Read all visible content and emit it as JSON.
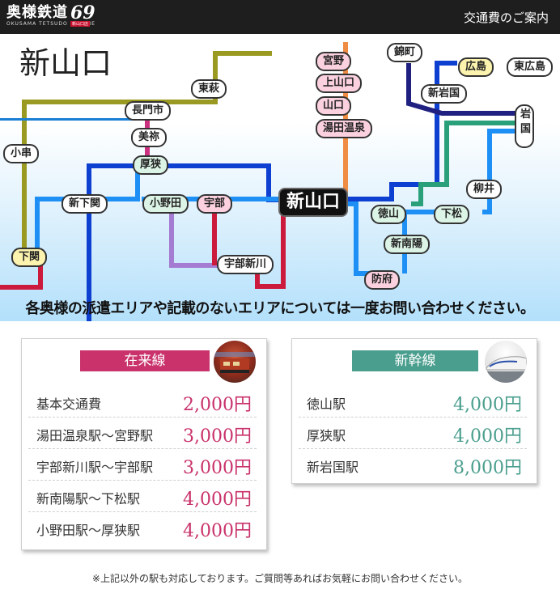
{
  "header": {
    "logo_main": "奥様鉄道",
    "logo_number": "69",
    "logo_sub": "OKUSAMA TETSUDO SIXNINE",
    "logo_tag": "新山口店",
    "title": "交通費のご案内"
  },
  "map": {
    "title": "新山口",
    "hub_station": "新山口",
    "stations": {
      "toujiki": "東萩",
      "nagatoshi": "長門市",
      "mine": "美祢",
      "koguchi": "小串",
      "asa": "厚狭",
      "shimonoseki_shin": "新下関",
      "onoda": "小野田",
      "ube": "宇部",
      "ubeshinkawa": "宇部新川",
      "shimonoseki": "下関",
      "miyano": "宮野",
      "kamiyamaguchi": "上山口",
      "yamaguchi": "山口",
      "yuda": "湯田温泉",
      "nishikicho": "錦町",
      "shiniwakuni": "新岩国",
      "hiroshima": "広島",
      "higashihiroshima": "東広島",
      "iwakuni": "岩国",
      "yanai": "柳井",
      "tokuyama": "徳山",
      "kudamatsu": "下松",
      "shinnanyo": "新南陽",
      "hofu": "防府"
    },
    "notice": "各奥様の派遣エリアや記載のないエリアについては一度お問い合わせください。"
  },
  "local_fares": {
    "heading": "在来線",
    "photo_icon": "local-train-icon",
    "rows": [
      {
        "name": "基本交通費",
        "price": "2,000円"
      },
      {
        "name": "湯田温泉駅～宮野駅",
        "price": "3,000円"
      },
      {
        "name": "宇部新川駅～宇部駅",
        "price": "3,000円"
      },
      {
        "name": "新南陽駅～下松駅",
        "price": "4,000円"
      },
      {
        "name": "小野田駅～厚狭駅",
        "price": "4,000円"
      }
    ]
  },
  "shinkansen_fares": {
    "heading": "新幹線",
    "photo_icon": "shinkansen-icon",
    "rows": [
      {
        "name": "徳山駅",
        "price": "4,000円"
      },
      {
        "name": "厚狭駅",
        "price": "4,000円"
      },
      {
        "name": "新岩国駅",
        "price": "8,000円"
      }
    ]
  },
  "footnote": "※上記以外の駅も対応しております。ご質問等あればお気軽にお問い合わせください。",
  "colors": {
    "local_accent": "#c9326b",
    "shinkansen_accent": "#4a9e8e",
    "line_blue": "#0d3fd1",
    "line_lightblue": "#1e90f5",
    "line_olive": "#9a9a22",
    "line_red": "#cc1a3c",
    "line_magenta": "#cc3080",
    "line_purple": "#a47cd1",
    "line_orange": "#ef8d45",
    "line_darkblue": "#1f2080",
    "line_teal": "#2aa07a"
  }
}
